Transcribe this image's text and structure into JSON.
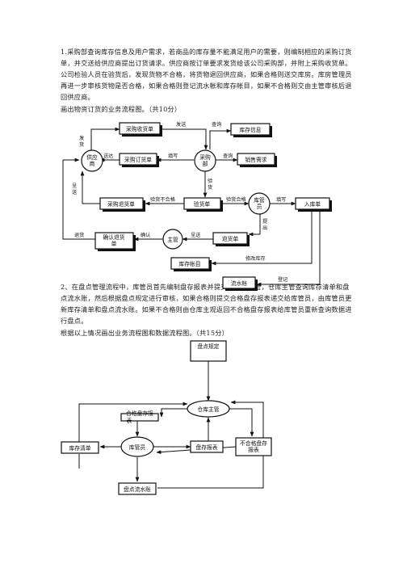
{
  "q1": {
    "text": "1.采购部查询库存信息及用户需求，若商品的库存量不能满足用户的需要，则编制相应的采购订货单，并交送给供应商提出订货请求。供应商按订单要求发货给该公司采购部，并附上采购收货单。公司检验人员在验货后，发现货物不合格，将货物退回供应商，如果合格则送交库房。库房管理员再进一步审核货物是否合格，如果合格则登记流水帐和库存帐目，如果不合格则交由主管审核后退回供应商。",
    "prompt": "画出物资订货的业务流程图。（共10分）"
  },
  "q2": {
    "text": "2、在盘点管理流程中，库管员首先编制盘存报表并提交给仓库主管，仓库主管查询库存清单和盘点流水账，然后根据盘点规定进行审核，如果合格则提交合格盘存报表递交给库管员，由库管员更新库存清单和盘点流水账。如果不合格则由仓库主观返回不合格盘存报表给库管员重新查询数据进行盘点。",
    "prompt": "根据以上情况画出业务流程图和数据流程图。（共15分）"
  },
  "flow1": {
    "supplier": "供应\n商",
    "purchase_dept": "采购\n部",
    "warehouse": "库管\n员",
    "supervisor": "主管",
    "receipt": "采购收货单",
    "order": "采购订货单",
    "inventory_info": "库存信息",
    "sales_demand": "销售需求",
    "return_slip": "采购退货单",
    "inspect_slip": "验货单",
    "inbound": "入库单",
    "confirm_return": "确认退货\n单",
    "returned_goods": "退货单",
    "inventory_acct": "库存帐目",
    "ledger": "流水帐",
    "e_ship": "发\n货",
    "e_send": "发送",
    "e_query1": "查询",
    "e_deliver": "送达",
    "e_fill1": "填写",
    "e_query2": "查询",
    "e_check_goods": "验\n货",
    "e_present1": "呈\n送",
    "e_fail": "验货不合格",
    "e_pass": "验货合格",
    "e_fill2": "填写",
    "e_submit": "提\n出",
    "e_return": "退货",
    "e_confirm": "确认",
    "e_present2": "呈送",
    "e_modify": "修改库存",
    "e_register": "登记"
  },
  "flow2": {
    "rules": "盘点规定",
    "manager": "仓库主管",
    "qualified": "合格盘存报\n表",
    "list": "库存清单",
    "keeper": "库管员",
    "report": "盘存报表",
    "unqualified": "不合格盘存\n报表",
    "ledger": "盘点流水账"
  }
}
